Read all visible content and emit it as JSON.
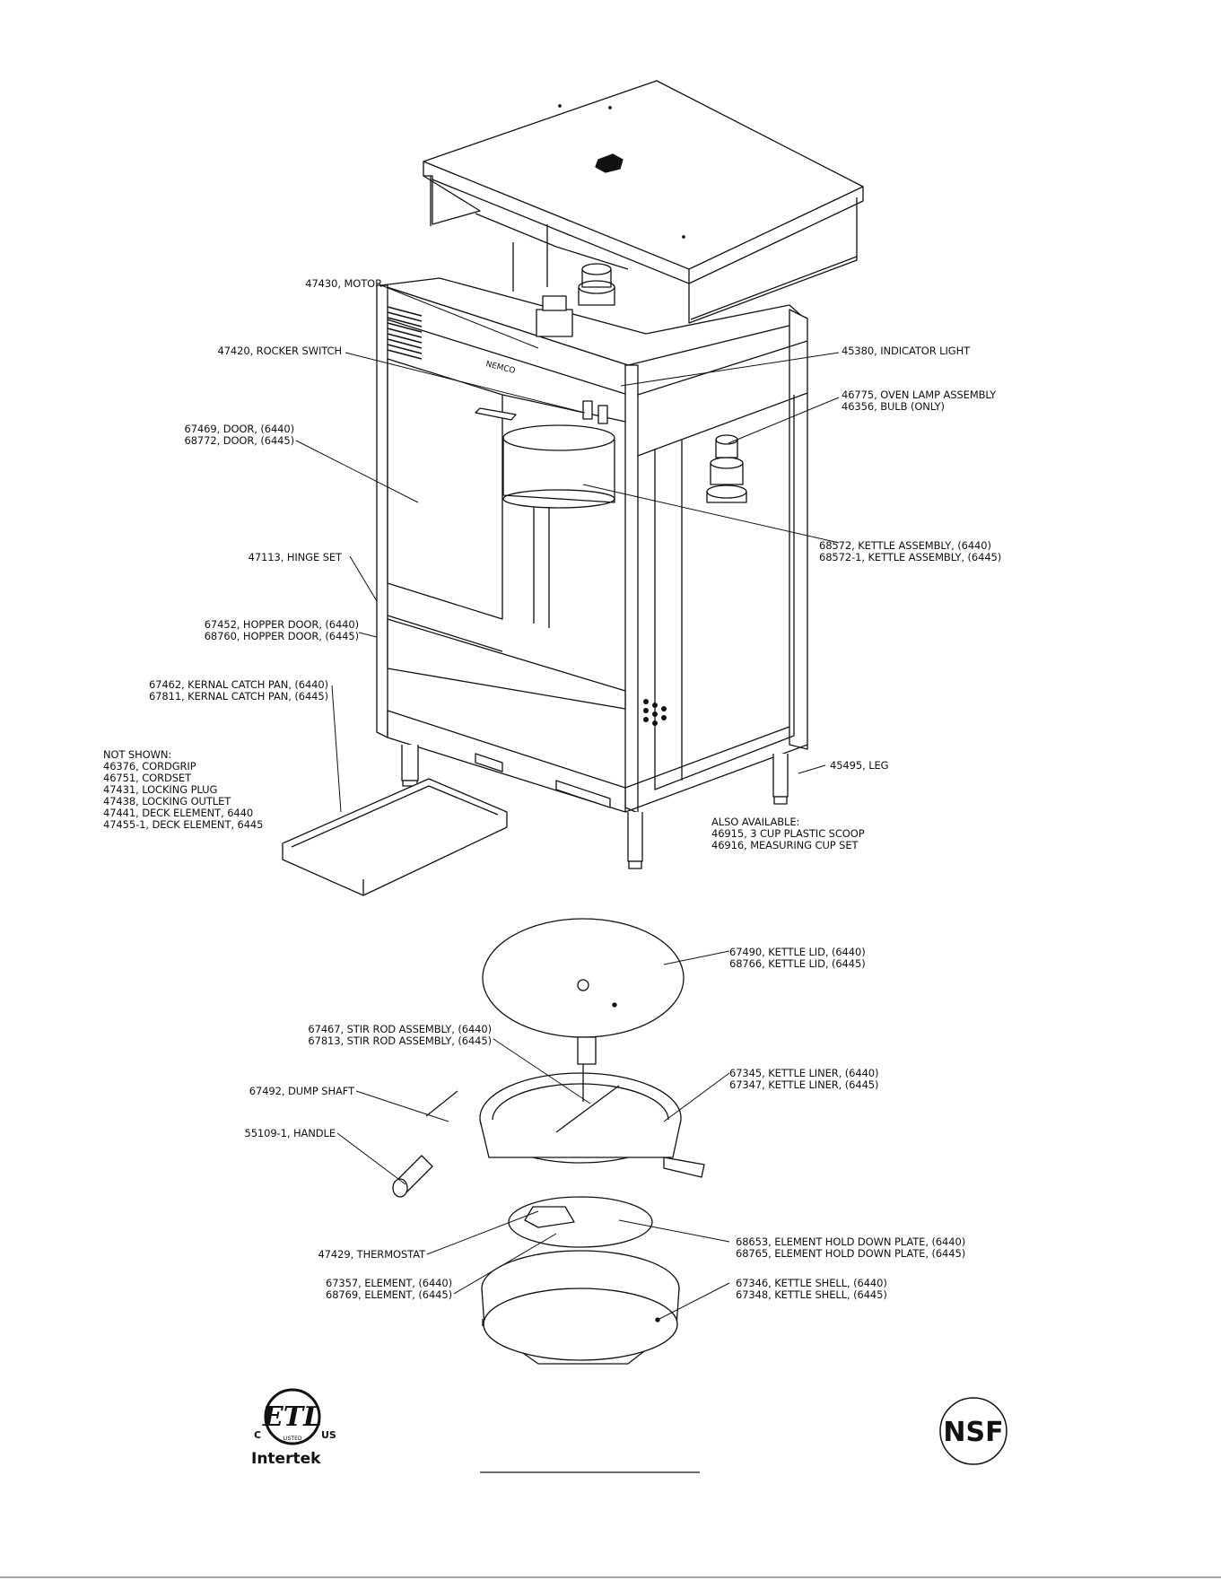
{
  "callouts": {
    "motor": "47430, MOTOR",
    "rocker_switch": "47420, ROCKER SWITCH",
    "indicator_light": "45380, INDICATOR LIGHT",
    "oven_lamp": [
      "46775, OVEN LAMP ASSEMBLY",
      "46356, BULB (ONLY)"
    ],
    "door": [
      "67469, DOOR, (6440)",
      "68772, DOOR, (6445)"
    ],
    "kettle_assembly": [
      "68572, KETTLE ASSEMBLY, (6440)",
      "68572-1, KETTLE ASSEMBLY, (6445)"
    ],
    "hinge_set": "47113, HINGE SET",
    "hopper_door": [
      "67452, HOPPER DOOR, (6440)",
      "68760, HOPPER DOOR, (6445)"
    ],
    "catch_pan": [
      "67462, KERNAL CATCH PAN, (6440)",
      "67811, KERNAL CATCH PAN, (6445)"
    ],
    "leg": "45495, LEG",
    "not_shown": [
      "NOT SHOWN:",
      "46376, CORDGRIP",
      "46751, CORDSET",
      "47431, LOCKING PLUG",
      "47438, LOCKING OUTLET",
      "47441, DECK ELEMENT, 6440",
      "47455-1, DECK ELEMENT, 6445"
    ],
    "also_available": [
      "ALSO AVAILABLE:",
      "46915, 3 CUP PLASTIC SCOOP",
      "46916, MEASURING CUP SET"
    ],
    "kettle_lid": [
      "67490, KETTLE LID, (6440)",
      "68766, KETTLE LID, (6445)"
    ],
    "stir_rod": [
      "67467, STIR ROD ASSEMBLY, (6440)",
      "67813, STIR ROD ASSEMBLY, (6445)"
    ],
    "kettle_liner": [
      "67345, KETTLE LINER, (6440)",
      "67347, KETTLE LINER, (6445)"
    ],
    "dump_shaft": "67492, DUMP SHAFT",
    "handle": "55109-1, HANDLE",
    "hold_down_plate": [
      "68653, ELEMENT HOLD DOWN PLATE, (6440)",
      "68765, ELEMENT HOLD DOWN PLATE, (6445)"
    ],
    "thermostat": "47429, THERMOSTAT",
    "element": [
      "67357, ELEMENT, (6440)",
      "68769, ELEMENT, (6445)"
    ],
    "kettle_shell": [
      "67346, KETTLE SHELL, (6440)",
      "67348, KETTLE SHELL, (6445)"
    ]
  },
  "cabinet_text": {
    "brand": "NEMCO"
  },
  "logos": {
    "etl_mark": "ETL",
    "etl_c": "C",
    "etl_us": "US",
    "etl_listed": "LISTED",
    "intertek": "Intertek",
    "nsf": "NSF"
  }
}
